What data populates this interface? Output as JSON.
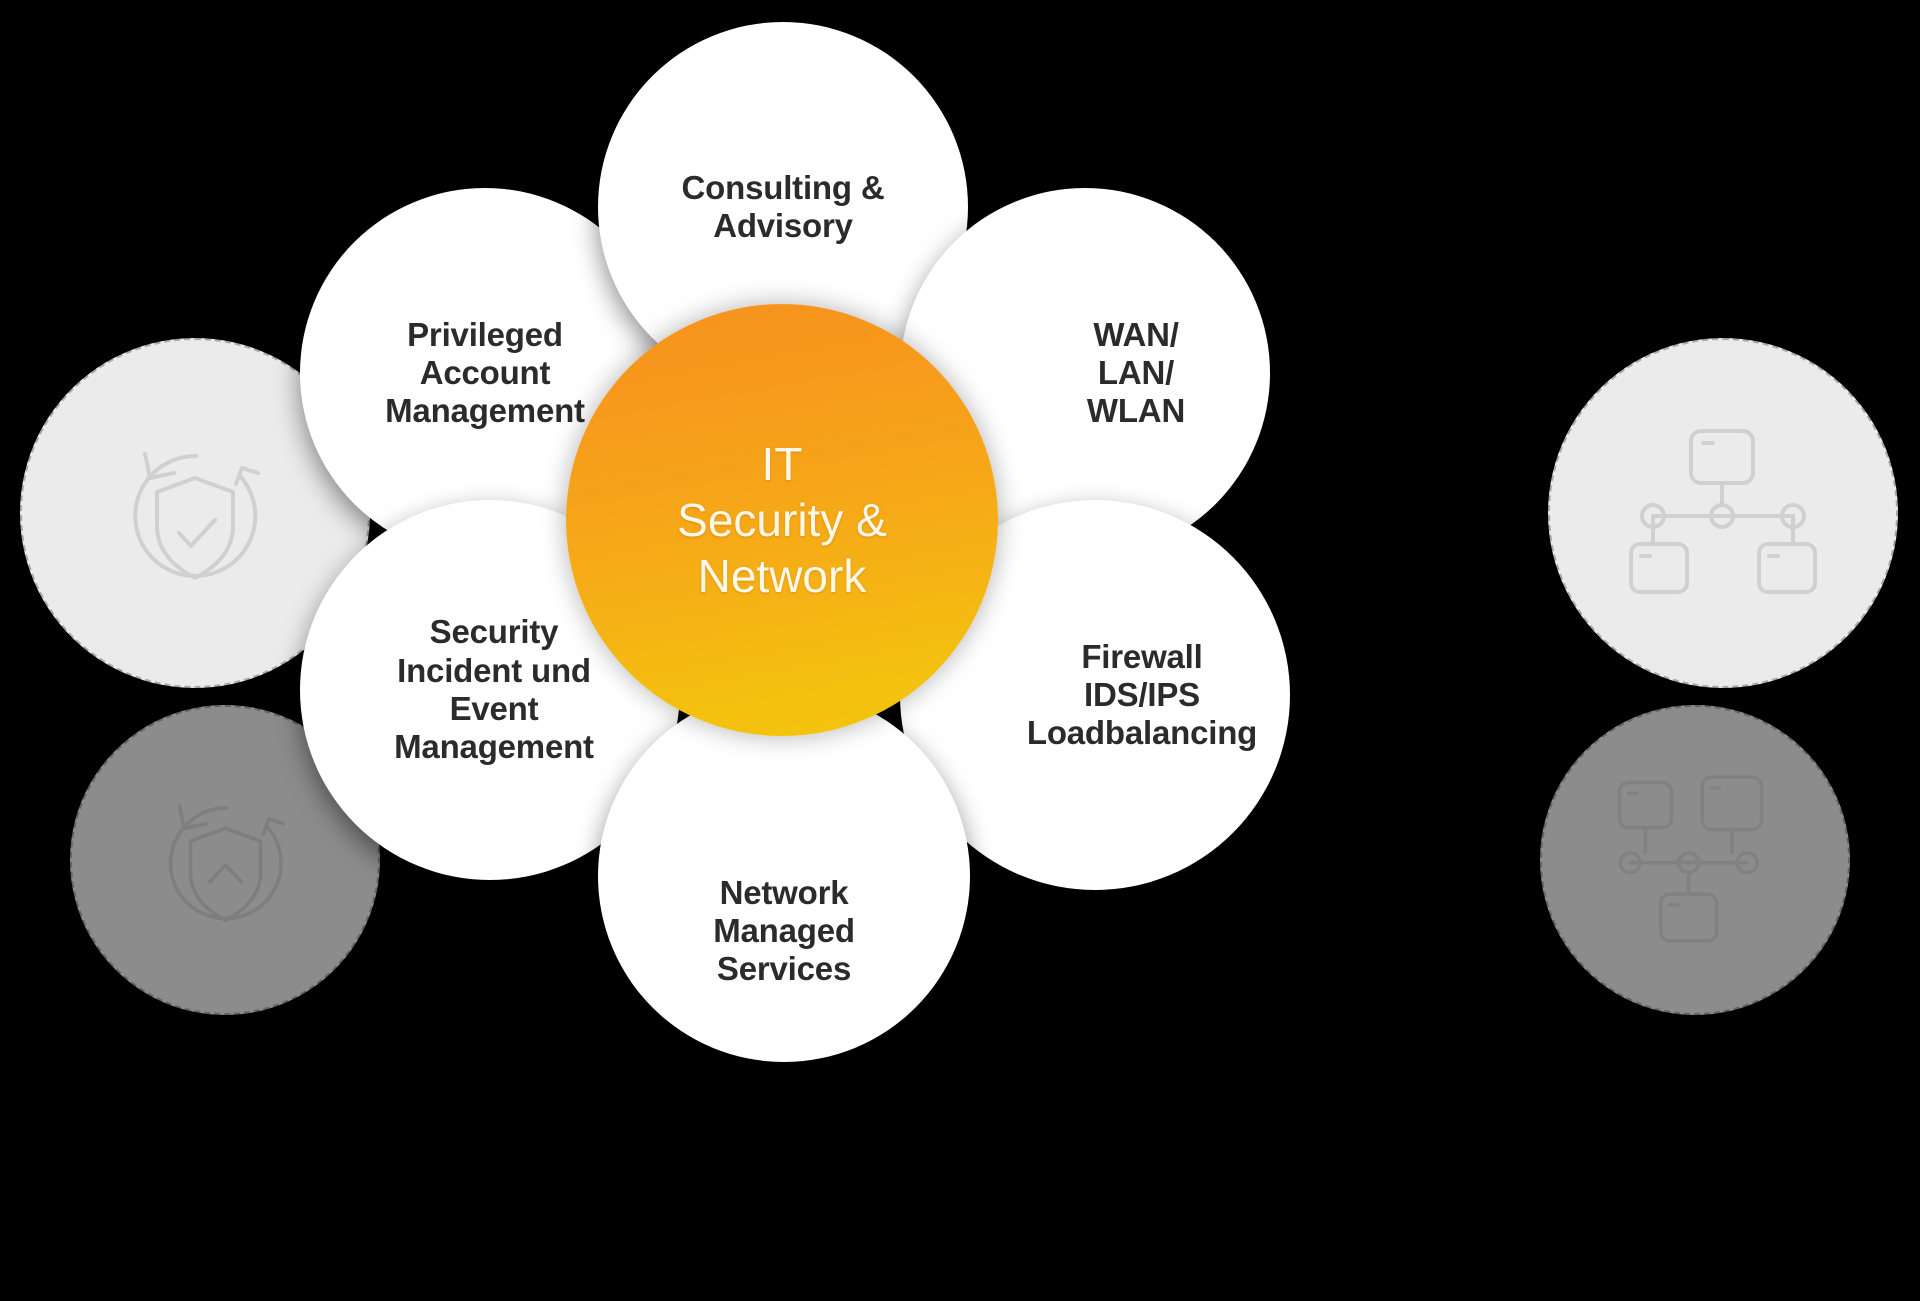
{
  "diagram": {
    "background_color": "#000000",
    "center": {
      "label": "IT\nSecurity &\nNetwork",
      "text_color": "#FFF7EA",
      "gradient_from": "#F6921E",
      "gradient_to": "#F2C50B"
    },
    "petals": [
      {
        "id": "consulting-advisory",
        "label": "Consulting &\nAdvisory"
      },
      {
        "id": "wan-lan-wlan",
        "label": "WAN/\nLAN/\nWLAN"
      },
      {
        "id": "firewall-ids-ips",
        "label": "Firewall\nIDS/IPS\nLoadbalancing"
      },
      {
        "id": "network-managed-services",
        "label": "Network\nManaged\nServices"
      },
      {
        "id": "security-incident-event-management",
        "label": "Security\nIncident und\nEvent\nManagement"
      },
      {
        "id": "privileged-account-management",
        "label": "Privileged\nAccount\nManagement"
      }
    ],
    "decorations": [
      {
        "id": "shield-check-refresh",
        "icon": "shield-check-refresh-icon"
      },
      {
        "id": "shield-up-refresh",
        "icon": "shield-up-refresh-icon"
      },
      {
        "id": "network-topology",
        "icon": "network-topology-icon"
      },
      {
        "id": "network-topology-alt",
        "icon": "network-topology-alt-icon"
      }
    ],
    "petal_text_color": "#2b2b2b",
    "petal_fill": "#ffffff",
    "decoration_border_color": "#b9b9b9"
  }
}
